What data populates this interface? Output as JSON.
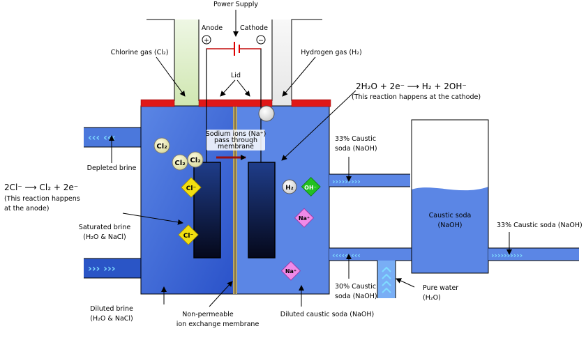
{
  "labels": {
    "power_supply": "Power Supply",
    "anode": "Anode",
    "cathode": "Cathode",
    "plus": "+",
    "minus": "−",
    "chlorine_gas": "Chlorine gas (Cl₂)",
    "hydrogen_gas": "Hydrogen gas (H₂)",
    "lid": "Lid",
    "depleted_brine": "Depleted brine",
    "saturated_brine_1": "Saturated brine",
    "saturated_brine_2": "(H₂O & NaCl)",
    "diluted_brine_1": "Diluted brine",
    "diluted_brine_2": "(H₂O & NaCl)",
    "membrane_1": "Non-permeable",
    "membrane_2": "ion exchange membrane",
    "sodium_1": "Sodium ions (Na⁺)",
    "sodium_2": "pass through",
    "sodium_3": "membrane",
    "diluted_caustic": "Diluted caustic soda (NaOH)",
    "caustic_33_a_1": "33% Caustic",
    "caustic_33_a_2": "soda (NaOH)",
    "caustic_30_1": "30% Caustic",
    "caustic_30_2": "soda (NaOH)",
    "pure_water_1": "Pure water",
    "pure_water_2": "(H₂O)",
    "caustic_tank_1": "Caustic soda",
    "caustic_tank_2": "(NaOH)",
    "caustic_33_out": "33% Caustic soda (NaOH)"
  },
  "equations": {
    "cathode_eq": "2H₂O + 2e⁻ ⟶ H₂ + 2OH⁻",
    "cathode_note": "(This reaction happens at the cathode)",
    "anode_eq": "2Cl⁻ ⟶ Cl₂ + 2e⁻",
    "anode_note_1": "(This reaction happens",
    "anode_note_2": "at the anode)"
  },
  "ions": {
    "cl2": "Cl₂",
    "cl_minus": "Cl⁻",
    "h2": "H₂",
    "oh_minus": "OH⁻",
    "na_plus": "Na⁺"
  }
}
